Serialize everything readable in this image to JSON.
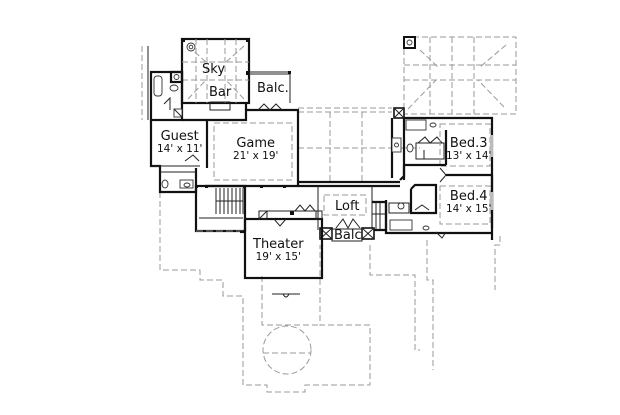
{
  "plan": {
    "type": "second floor plan",
    "rooms": [
      {
        "id": "sky-bar",
        "name_line1": "Sky",
        "name_line2": "Bar",
        "dims": ""
      },
      {
        "id": "balcony-top",
        "name": "Balc.",
        "dims": ""
      },
      {
        "id": "guest",
        "name": "Guest",
        "dims": "14' x 11'"
      },
      {
        "id": "game",
        "name": "Game",
        "dims": "21' x 19'"
      },
      {
        "id": "bed3",
        "name": "Bed.3",
        "dims": "13' x 14'"
      },
      {
        "id": "bed4",
        "name": "Bed.4",
        "dims": "14' x 15'"
      },
      {
        "id": "loft",
        "name": "Loft",
        "dims": ""
      },
      {
        "id": "balcony-mid",
        "name": "Balc",
        "dims": ""
      },
      {
        "id": "theater",
        "name": "Theater",
        "dims": "19' x 15'"
      }
    ],
    "colors": {
      "wall": "#111111",
      "outline_dashed": "#9a9a9a",
      "background": "#ffffff"
    }
  }
}
